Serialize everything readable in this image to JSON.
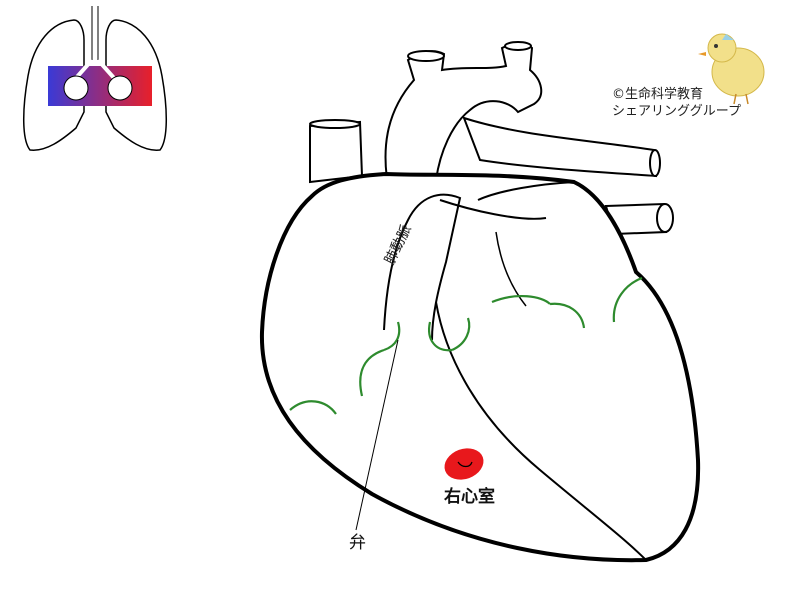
{
  "credit": {
    "line1": "©生命科学教育",
    "line2": "シェアリンググループ"
  },
  "labels": {
    "artery": "肺動脈",
    "ventricle": "右心室",
    "valve": "弁"
  },
  "colors": {
    "outline": "#000000",
    "valve_curve": "#2e8b2e",
    "blood_cell": "#e8181c",
    "deoxygenated": "#3a3ad6",
    "oxygenated": "#e8202a"
  },
  "icons": [
    "lungs-icon",
    "chick-mascot-icon",
    "red-blood-cell-icon"
  ]
}
